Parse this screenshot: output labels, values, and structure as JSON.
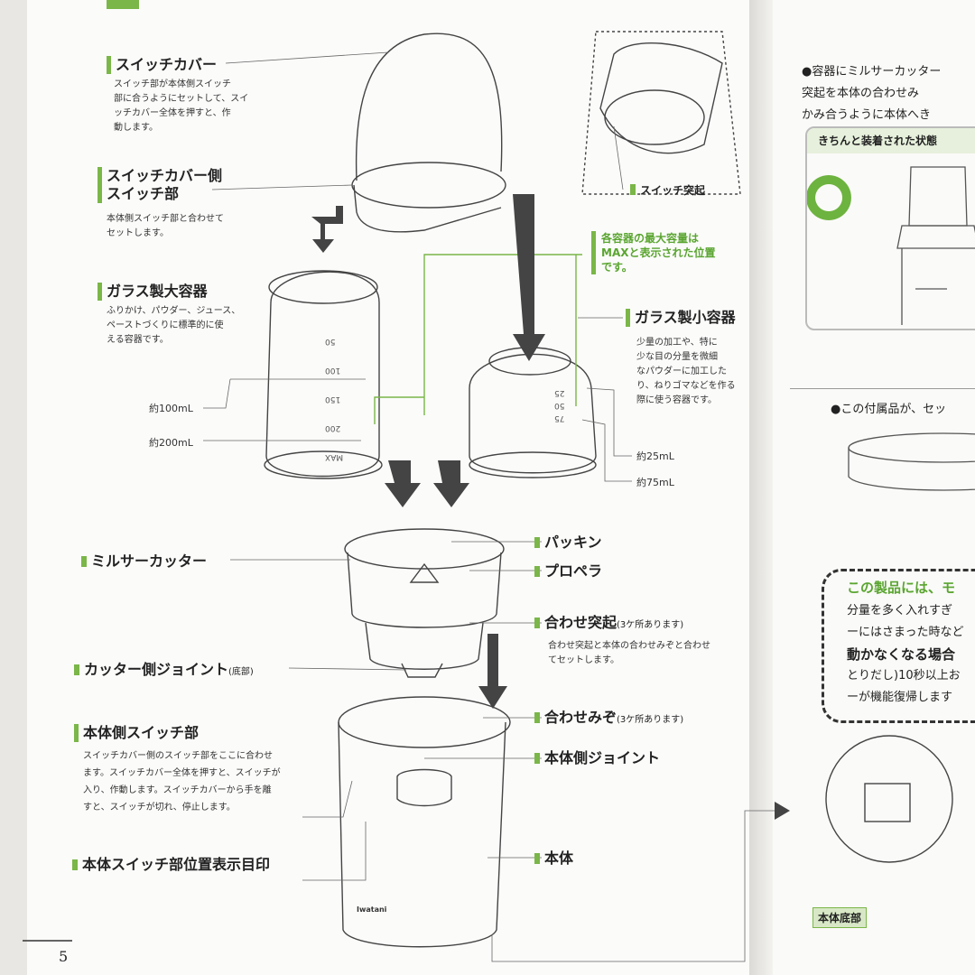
{
  "left_page": {
    "switch_cover": {
      "title": "スイッチカバー",
      "desc": "スイッチ部が本体側スイッチ\n部に合うようにセットして、スイ\nッチカバー全体を押すと、作\n動します。"
    },
    "cover_switch_part": {
      "title": "スイッチカバー側\nスイッチ部",
      "desc": "本体側スイッチ部と合わせて\nセットします。"
    },
    "switch_protrusion": "スイッチ突起",
    "max_note": "各容器の最大容量は\nMAXと表示された位置\nです。",
    "large_glass": {
      "title": "ガラス製大容器",
      "desc": "ふりかけ、パウダー、ジュース、\nペーストづくりに標準的に使\nえる容器です。"
    },
    "small_glass": {
      "title": "ガラス製小容器",
      "desc": "少量の加工や、特に\n少な目の分量を微細\nなパウダーに加工した\nり、ねりゴマなどを作る\n際に使う容器です。"
    },
    "large_marks": [
      "約100mL",
      "約200mL"
    ],
    "small_marks": [
      "約25mL",
      "約75mL"
    ],
    "large_scale": [
      "50",
      "100",
      "150",
      "200",
      "MAX"
    ],
    "small_scale": [
      "25",
      "50",
      "75"
    ],
    "cutter": "ミルサーカッター",
    "packing": "パッキン",
    "propeller": "プロペラ",
    "align_protrusion": {
      "title": "合わせ突起",
      "tag": "(3ケ所あります)",
      "desc": "合わせ突起と本体の合わせみぞと合わせ\nてセットします。"
    },
    "cutter_joint": {
      "title": "カッター側ジョイント",
      "tag": "(底部)"
    },
    "align_groove": {
      "title": "合わせみぞ",
      "tag": "(3ケ所あります)"
    },
    "body_joint": "本体側ジョイント",
    "body_switch": {
      "title": "本体側スイッチ部",
      "desc": "スイッチカバー側のスイッチ部をここに合わせ\nます。スイッチカバー全体を押すと、スイッチが\n入り、作動します。スイッチカバーから手を離\nすと、スイッチが切れ、停止します。"
    },
    "body_switch_mark": "本体スイッチ部位置表示目印",
    "body": "本体",
    "brand": "Iwatani",
    "page_number": "5"
  },
  "right_page": {
    "intro": "●容器にミルサーカッター\n突起を本体の合わせみ\nかみ合うように本体へき",
    "box_title": "きちんと装着された状態",
    "accessory_note": "●この付属品が、セッ",
    "note_title": "この製品には、モ",
    "note_lines": [
      "分量を多く入れすぎ",
      "ーにはさまった時など",
      "動かなくなる場合",
      "とりだし)10秒以上お",
      "ーが機能復帰します"
    ],
    "bottom_label": "本体底部"
  },
  "colors": {
    "accent_green": "#7ab648",
    "line_gray": "#555555"
  }
}
